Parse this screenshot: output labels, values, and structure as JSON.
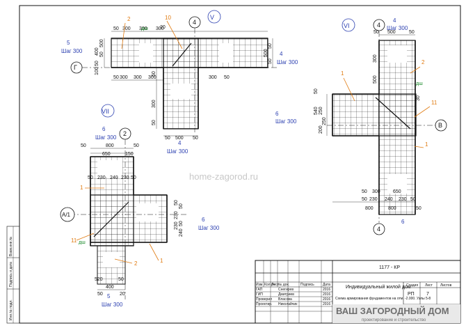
{
  "watermark": "home-zagorod.ru",
  "colors": {
    "blue": "#2b3fb0",
    "orange": "#e07a10",
    "green": "#1a8a2a",
    "line": "#111111"
  },
  "views": [
    {
      "id": "V",
      "label": "V",
      "axes": [
        "4",
        "Г"
      ],
      "bar_marks": [
        "2",
        "10"
      ],
      "notes": [
        "5",
        "Шаг 300",
        "4",
        "Шаг 300",
        "4",
        "Шаг 300",
        "дш"
      ],
      "dims": [
        "50",
        "300",
        "300",
        "300",
        "50",
        "500",
        "400",
        "50",
        "50",
        "500",
        "50",
        "100",
        "50",
        "300",
        "300",
        "300",
        "300",
        "50",
        "20",
        "50",
        "300",
        "50",
        "500",
        "50",
        "50",
        "50"
      ]
    },
    {
      "id": "VI",
      "label": "VI",
      "axes": [
        "4",
        "В",
        "4"
      ],
      "bar_marks": [
        "2",
        "1",
        "11",
        "1"
      ],
      "notes": [
        "4",
        "Шаг 300",
        "6",
        "Шаг 300",
        "6",
        "дш"
      ],
      "dims": [
        "50",
        "500",
        "50",
        "800",
        "540",
        "50",
        "300",
        "500",
        "30",
        "200",
        "250",
        "250",
        "300",
        "650",
        "50",
        "230",
        "240",
        "230",
        "50",
        "800",
        "50",
        "50"
      ]
    },
    {
      "id": "VII",
      "label": "VII",
      "axes": [
        "2",
        "А/1"
      ],
      "bar_marks": [
        "1",
        "11",
        "2",
        "1"
      ],
      "notes": [
        "6",
        "Шаг 300",
        "6",
        "Шаг 300",
        "5",
        "Шаг 300",
        "дш"
      ],
      "dims": [
        "50",
        "800",
        "50",
        "650",
        "150",
        "50",
        "230",
        "240",
        "230",
        "50",
        "50",
        "230",
        "240",
        "230",
        "50",
        "50",
        "520",
        "50",
        "400",
        "50",
        "20"
      ]
    }
  ],
  "side_stamp": [
    "Взам.инв.№",
    "Подпись и дата",
    "Инв.№ подл."
  ],
  "title_block": {
    "code": "1177 - КР",
    "object": "Индивидуальный жилой дом",
    "sheet_title": "Схема армирования фундаментов на отм. -2.000. Узлы 5-8",
    "roles": [
      "ГАП",
      "ГИП",
      "Проверил",
      "Проектир."
    ],
    "names": [
      "Снегирев",
      "Дмитриев",
      "Власова",
      "Николайчик"
    ],
    "years": [
      "2016",
      "2016",
      "2016",
      "2016"
    ],
    "col_heads": [
      "Изм.",
      "Кол.уч",
      "Лист",
      "№ док.",
      "Подпись",
      "Дата"
    ],
    "stage_heads": [
      "Стадия",
      "Лист",
      "Листов"
    ],
    "stage": "РП",
    "sheet_no": "7",
    "logo": "ВАШ ЗАГОРОДНЫЙ ДОМ",
    "logo_sub": "проектирование и строительство"
  }
}
